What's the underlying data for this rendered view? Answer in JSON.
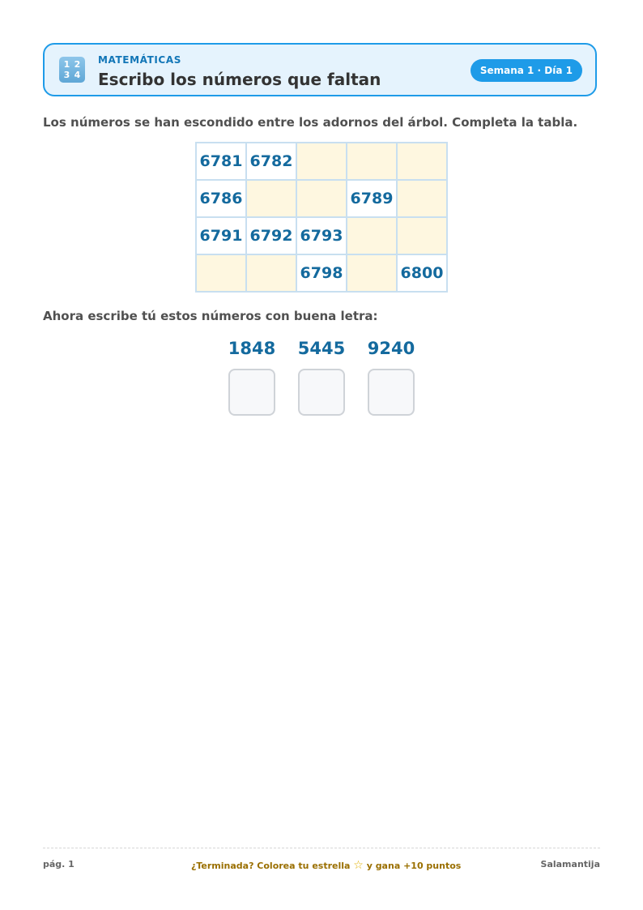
{
  "header": {
    "icon_digits": [
      "1",
      "2",
      "3",
      "4"
    ],
    "subject": "MATEMÁTICAS",
    "title": "Escribo los números que faltan",
    "badge": "Semana 1 · Día 1"
  },
  "instructions": {
    "table": "Los números se han escondido entre los adornos del árbol. Completa la tabla.",
    "writing": "Ahora escribe tú estos números con buena letra:"
  },
  "grid": {
    "rows": [
      [
        "6781",
        "6782",
        "",
        "",
        ""
      ],
      [
        "6786",
        "",
        "",
        "6789",
        ""
      ],
      [
        "6791",
        "6792",
        "6793",
        "",
        ""
      ],
      [
        "",
        "",
        "6798",
        "",
        "6800"
      ]
    ]
  },
  "practice": {
    "numbers": [
      "1848",
      "5445",
      "9240"
    ]
  },
  "footer": {
    "page": "pág. 1",
    "message_before": "¿Terminada? Colorea tu estrella",
    "star": "☆",
    "message_after": "y gana +10 puntos",
    "brand": "Salamantija"
  },
  "colors": {
    "accent": "#1e9be8",
    "number_text": "#146a9e",
    "empty_cell": "#fef7e0"
  }
}
